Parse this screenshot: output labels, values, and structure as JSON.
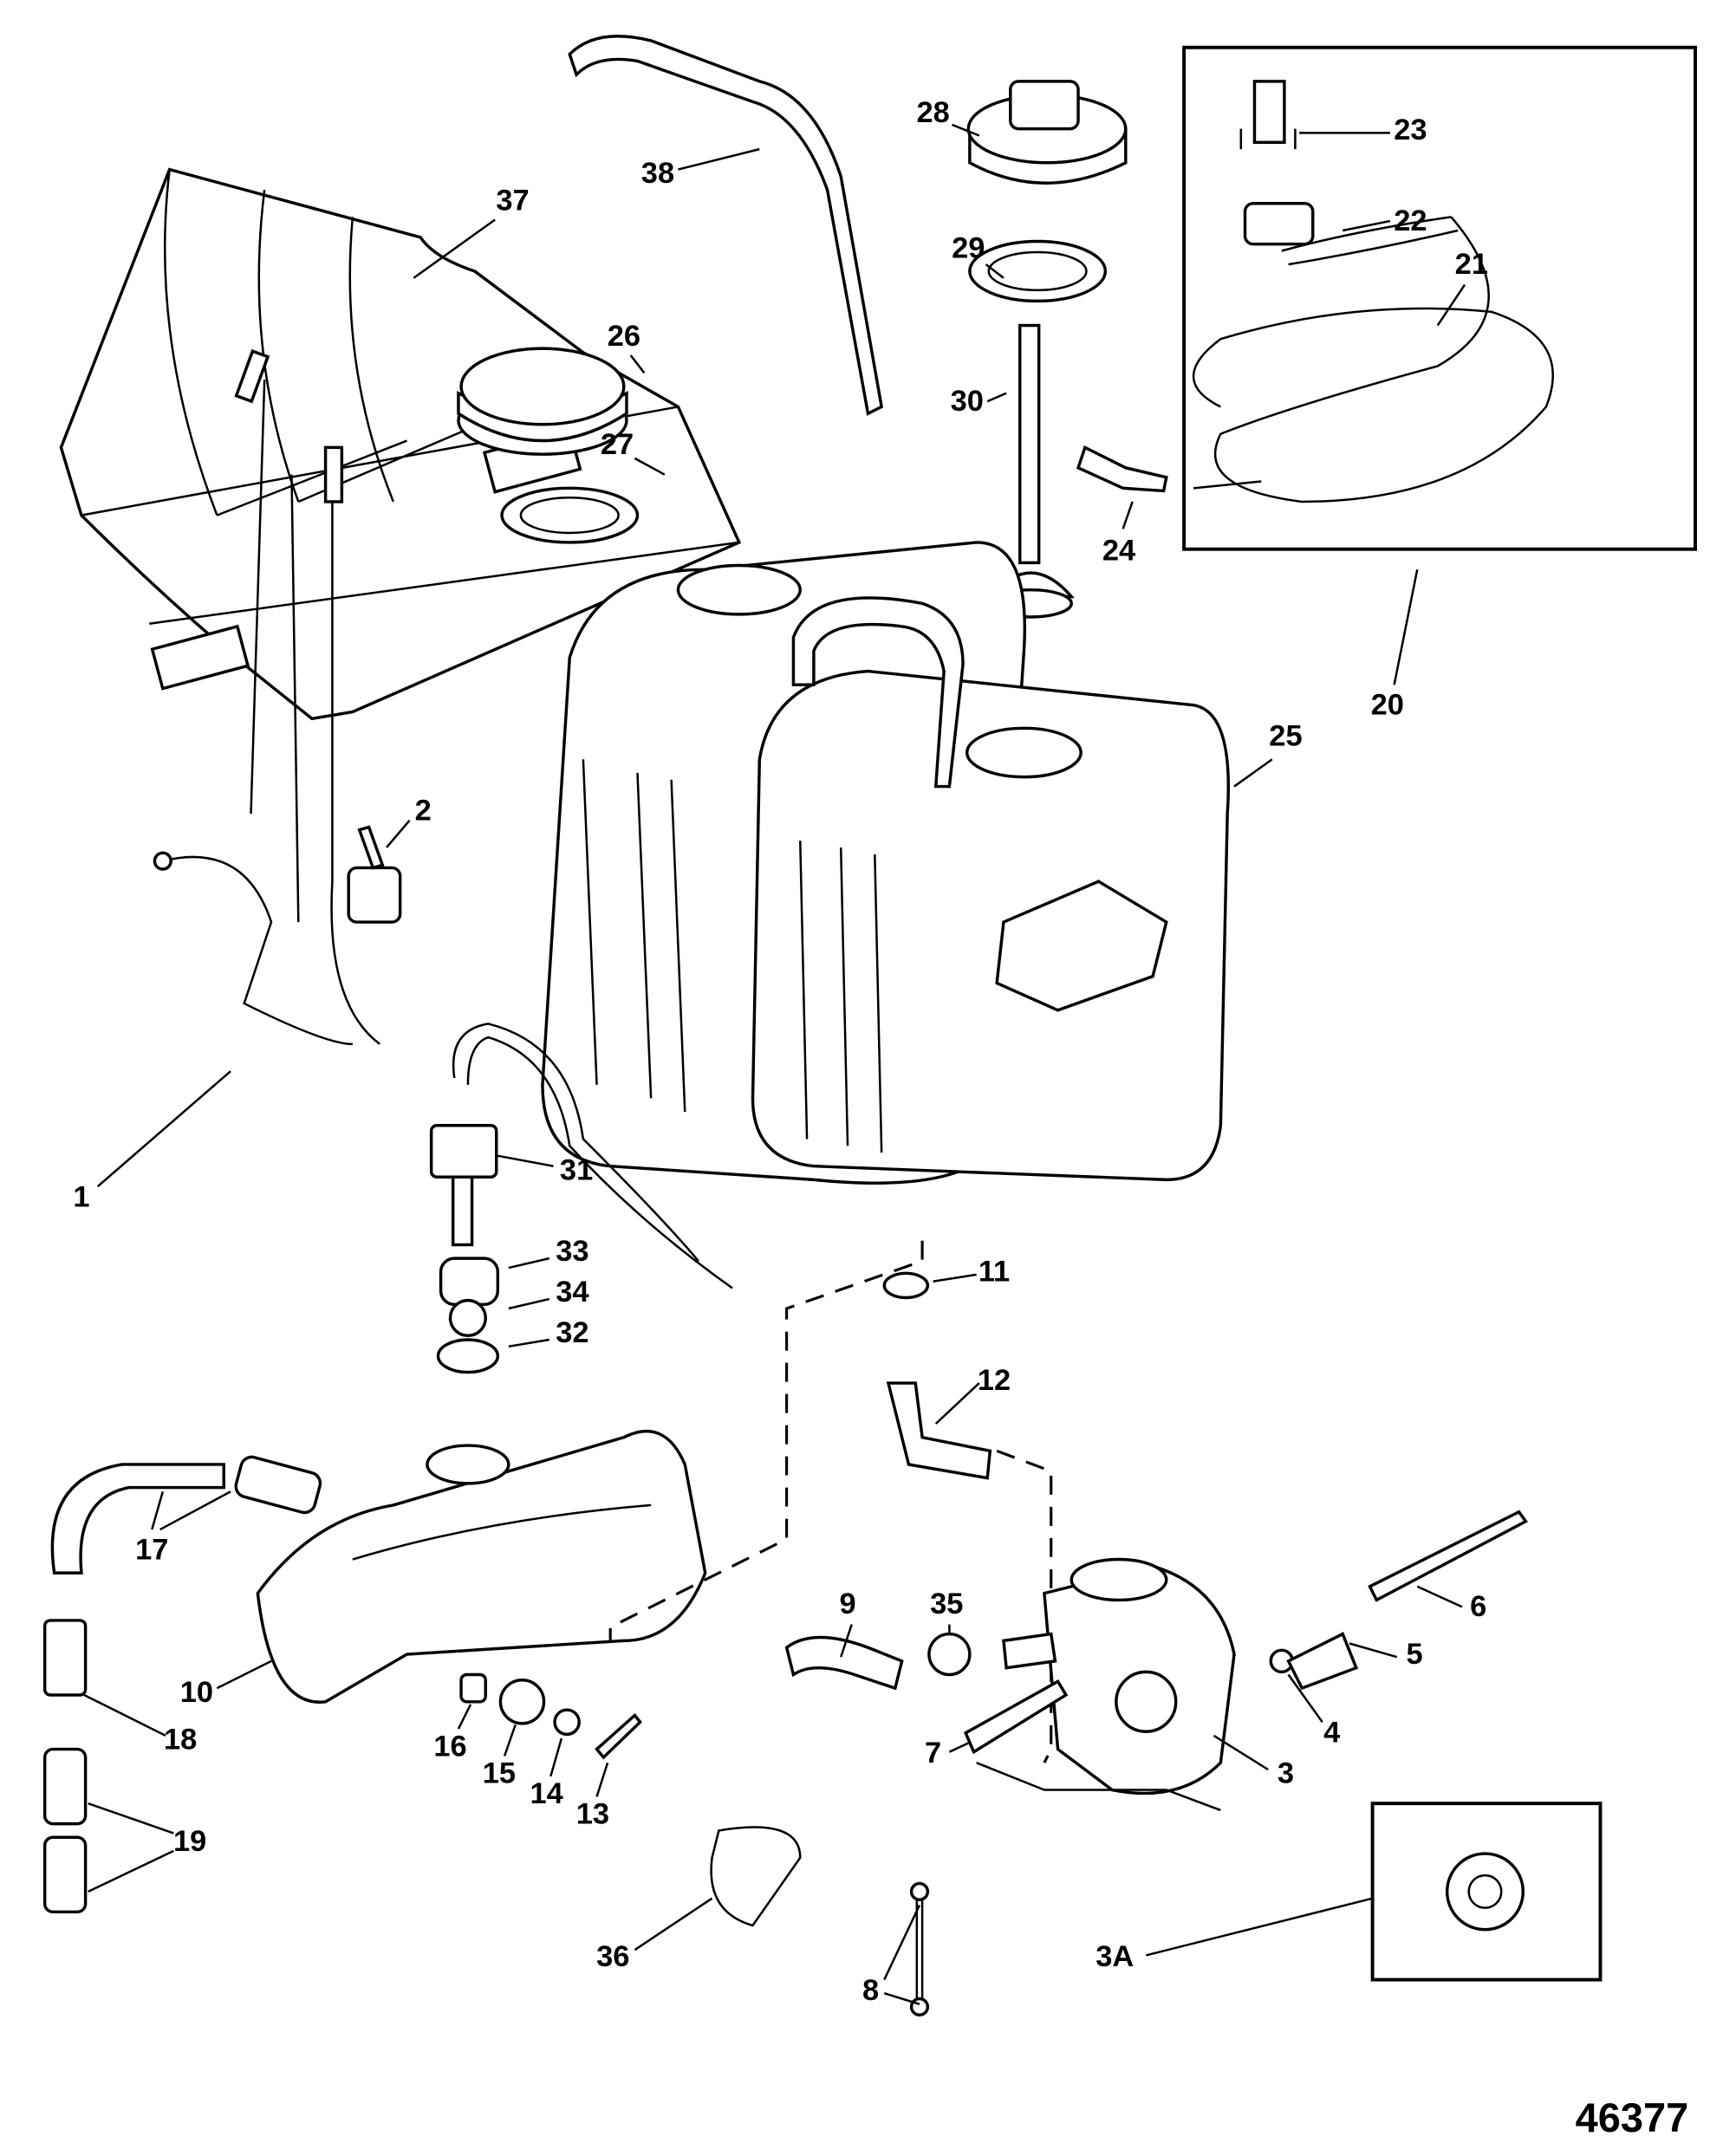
{
  "figure_number": "46377",
  "part_labels": [
    "1",
    "2",
    "3",
    "3A",
    "4",
    "5",
    "6",
    "7",
    "8",
    "9",
    "10",
    "11",
    "12",
    "13",
    "14",
    "15",
    "16",
    "17",
    "18",
    "19",
    "20",
    "21",
    "22",
    "23",
    "24",
    "25",
    "26",
    "27",
    "28",
    "29",
    "30",
    "31",
    "32",
    "33",
    "34",
    "35",
    "36",
    "37",
    "38"
  ]
}
